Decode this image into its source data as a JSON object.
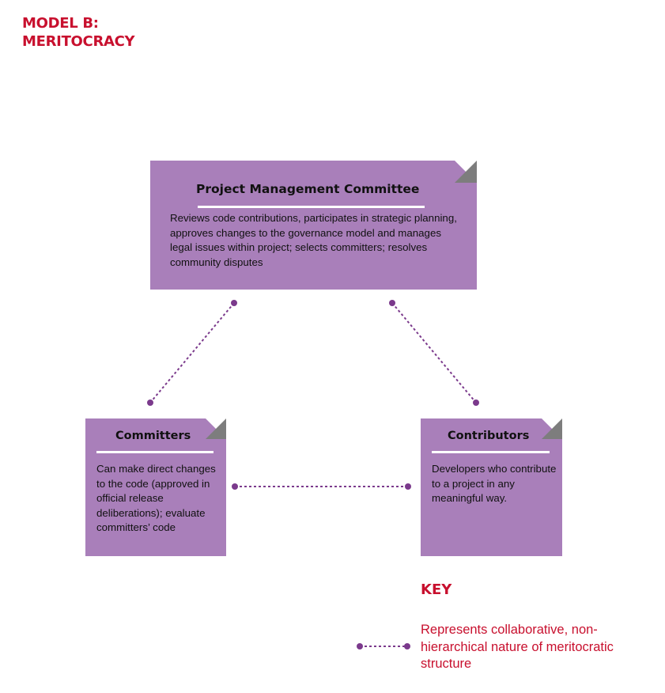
{
  "heading": {
    "line1": "MODEL B:",
    "line2": "MERITOCRACY"
  },
  "nodes": {
    "pmc": {
      "title": "Project Management Committee",
      "description": "Reviews code contributions, participates in strategic planning, approves changes to the governance model and manages legal issues within project; selects committers; resolves community disputes"
    },
    "committers": {
      "title": "Committers",
      "description": "Can make direct changes to the code (approved in official release deliberations); evaluate committers’ code"
    },
    "contributors": {
      "title": "Contributors",
      "description": "Developers who contribute to a project in any meaningful way."
    }
  },
  "connections": [
    {
      "from": "pmc",
      "to": "committers",
      "style": "dotted"
    },
    {
      "from": "pmc",
      "to": "contributors",
      "style": "dotted"
    },
    {
      "from": "committers",
      "to": "contributors",
      "style": "dotted"
    }
  ],
  "key": {
    "title": "KEY",
    "description": "Represents collaborative, non-hierarchical nature of meritocratic structure"
  },
  "colors": {
    "accent_red": "#c8102e",
    "card_fill": "#a97fba",
    "connector": "#7b3a8c",
    "fold": "#7d7d7d"
  }
}
